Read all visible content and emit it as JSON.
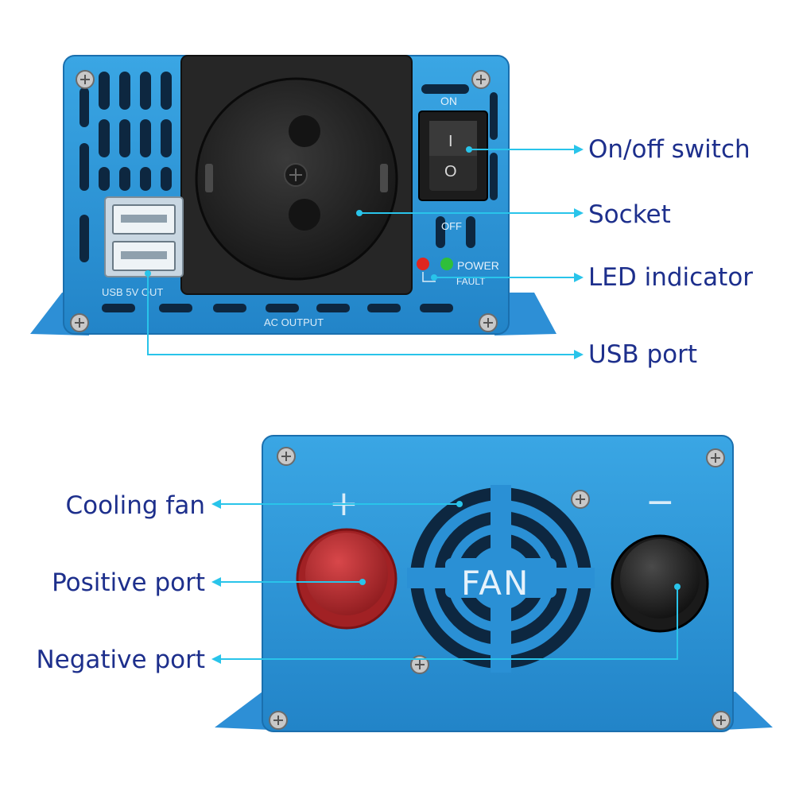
{
  "colors": {
    "label_text": "#1d2f8c",
    "leader_line": "#29c4ea",
    "housing_blue": "#2f9bdc",
    "housing_shadow": "#1a6fae",
    "socket_black": "#232323",
    "slot_dark": "#0d2740",
    "led_red": "#e0261f",
    "led_green": "#2fbf3a",
    "terminal_red": "#b5282a",
    "terminal_black": "#202020",
    "panel_print": "#d9ecf8"
  },
  "callouts": {
    "on_off_switch": "On/off switch",
    "socket": "Socket",
    "led_indicator": "LED indicator",
    "usb_port": "USB port",
    "cooling_fan": "Cooling fan",
    "positive_port": "Positive port",
    "negative_port": "Negative port"
  },
  "front_panel": {
    "switch_on_label": "ON",
    "switch_off_label": "OFF",
    "switch_mark_on": "I",
    "switch_mark_off": "O",
    "led_power_label": "POWER",
    "led_fault_label": "FAULT",
    "usb_label": "USB 5V OUT",
    "ac_output_label": "AC OUTPUT"
  },
  "rear_panel": {
    "plus_sign": "+",
    "minus_sign": "−",
    "fan_label": "FAN"
  },
  "icons": {
    "screw": "screw-icon",
    "led_red": "led-red-icon",
    "led_green": "led-green-icon"
  }
}
